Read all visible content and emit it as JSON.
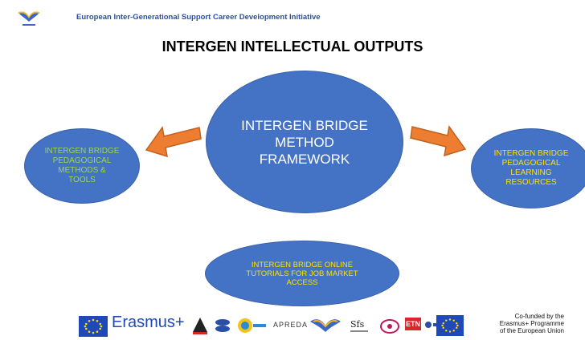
{
  "header": {
    "initiative": "European Inter-Generational Support Career Development Initiative",
    "title": "INTERGEN INTELLECTUAL OUTPUTS"
  },
  "diagram": {
    "center": [
      "INTERGEN BRIDGE",
      "METHOD",
      "FRAMEWORK"
    ],
    "left": [
      "INTERGEN BRIDGE",
      "PEDAGOGICAL",
      "METHODS &",
      "TOOLS"
    ],
    "right": [
      "INTERGEN BRIDGE",
      "PEDAGOGICAL",
      "LEARNING",
      "RESOURCES"
    ],
    "bottom": [
      "INTERGEN BRIDGE ONLINE",
      "TUTORIALS FOR JOB MARKET",
      "ACCESS"
    ]
  },
  "footer": {
    "erasmus": "Erasmus+",
    "cofunded": [
      "Co-funded by the",
      "Erasmus+ Programme",
      "of the European Union"
    ],
    "partners": [
      "APREDA",
      "ETN"
    ]
  },
  "colors": {
    "node_fill": "#4472c4",
    "arrow_fill": "#ed7d31",
    "header_text": "#2b4fa6",
    "left_text": "#9fd64a",
    "right_text": "#ffe200",
    "bottom_text": "#ffe200",
    "center_text": "#ffffff"
  }
}
